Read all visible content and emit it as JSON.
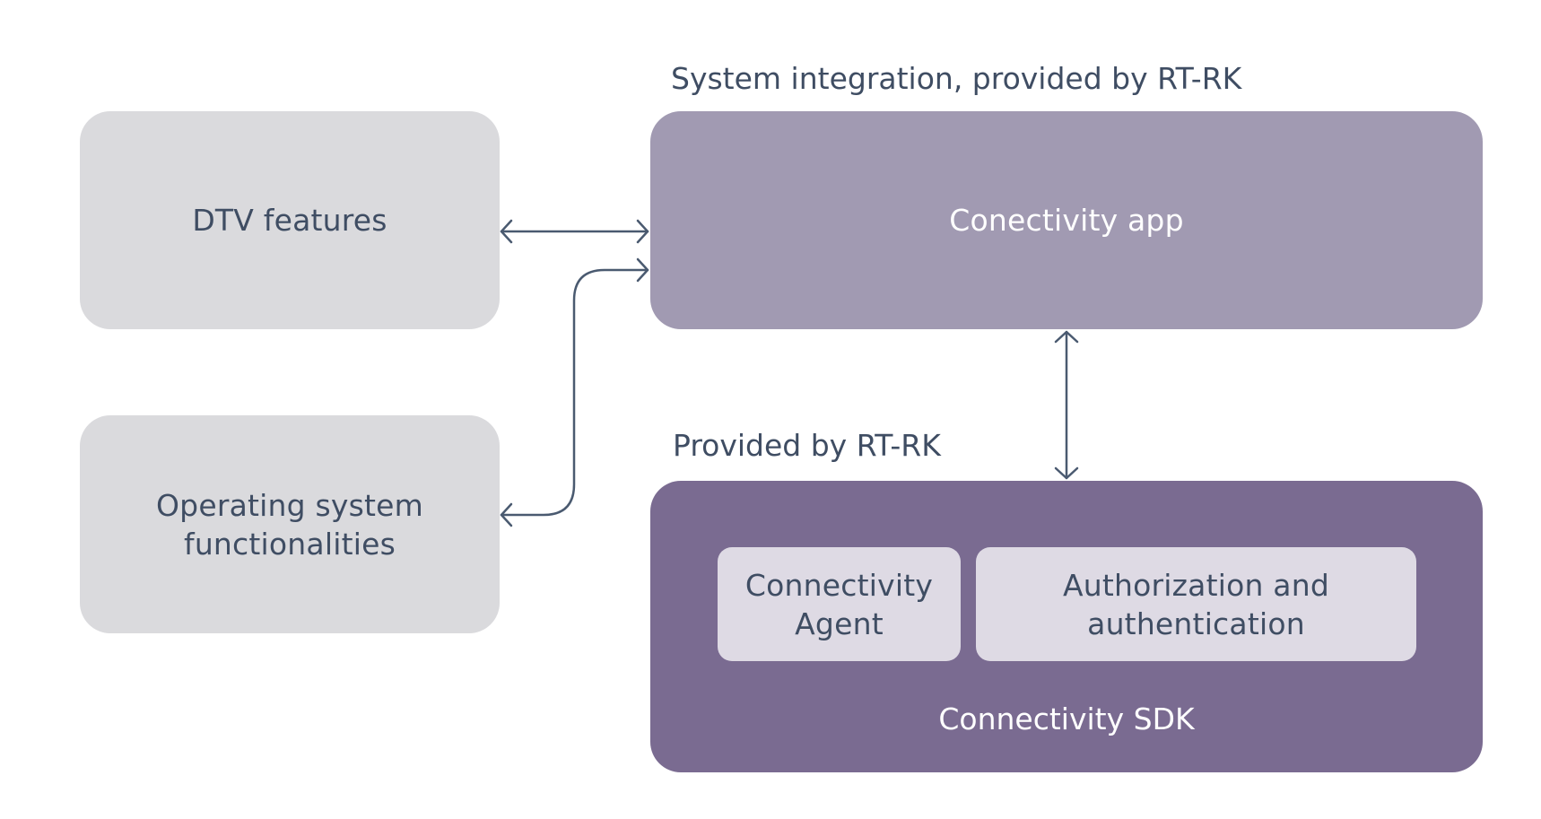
{
  "headings": {
    "system_integration": "System integration, provided by RT-RK",
    "provided_by": "Provided by RT-RK"
  },
  "boxes": {
    "dtv_features": "DTV features",
    "os_line1": "Operating system",
    "os_line2": "functionalities",
    "connectivity_app": "Conectivity app",
    "connectivity_sdk": "Connectivity SDK",
    "agent_line1": "Connectivity",
    "agent_line2": "Agent",
    "auth_line1": "Authorization and",
    "auth_line2": "authentication"
  },
  "connections": [
    {
      "from": "DTV features",
      "to": "Conectivity app",
      "direction": "bidirectional"
    },
    {
      "from": "Operating system functionalities",
      "to": "Conectivity app",
      "direction": "bidirectional"
    },
    {
      "from": "Conectivity app",
      "to": "Connectivity SDK",
      "direction": "bidirectional"
    }
  ],
  "colors": {
    "gray_box": "#dadadd",
    "app_box": "#a19ab2",
    "sdk_box": "#7a6b91",
    "inner_box": "#dedae4",
    "text": "#3f4d63",
    "arrow": "#4a5a70"
  }
}
